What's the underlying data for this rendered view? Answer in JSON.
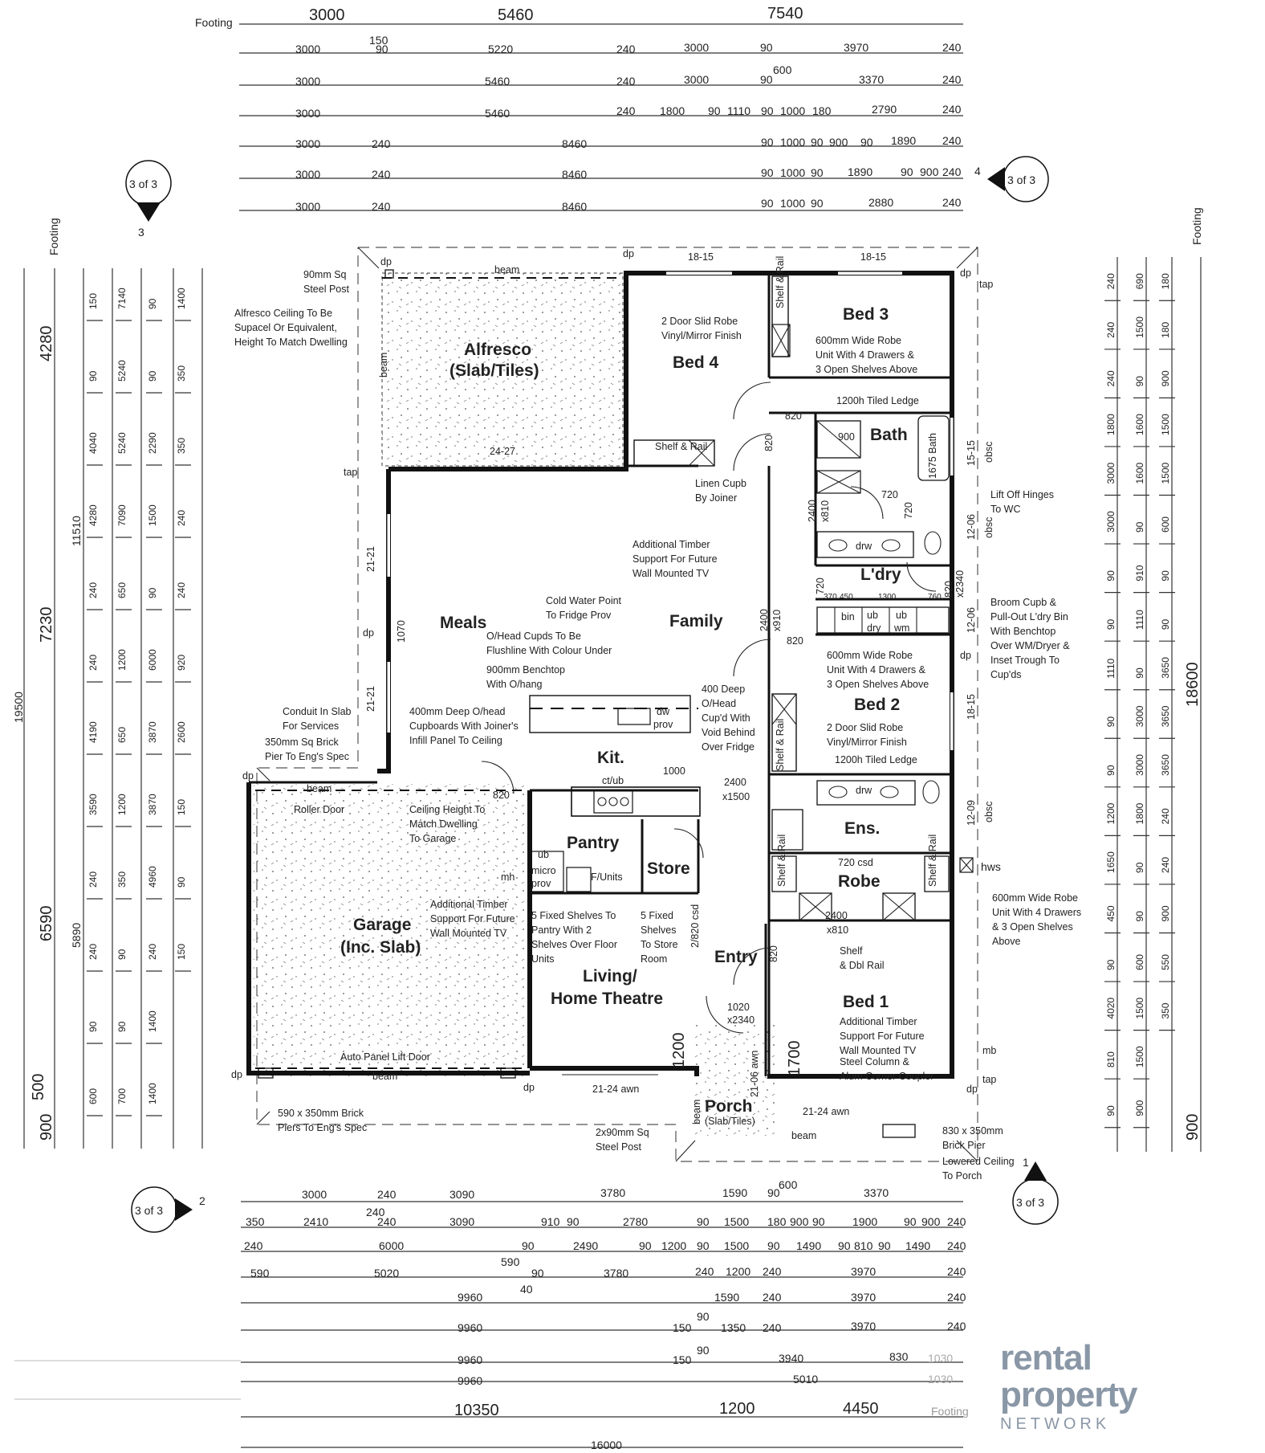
{
  "rooms": {
    "alfresco": "Alfresco",
    "alfresco_sub": "(Slab/Tiles)",
    "bed4": "Bed 4",
    "bed3": "Bed 3",
    "bath": "Bath",
    "ldry": "L'dry",
    "meals": "Meals",
    "family": "Family",
    "kit": "Kit.",
    "pantry": "Pantry",
    "store": "Store",
    "bed2": "Bed 2",
    "ens": "Ens.",
    "robe": "Robe",
    "garage": "Garage",
    "garage_sub": "(Inc. Slab)",
    "living": "Living/",
    "living_sub": "Home Theatre",
    "entry": "Entry",
    "bed1": "Bed 1",
    "porch": "Porch",
    "porch_sub": "(Slab/Tiles)"
  },
  "notes": {
    "post90": [
      "90mm Sq",
      "Steel Post"
    ],
    "alfresco_ceiling": [
      "Alfresco Ceiling To Be",
      "Supacel Or Equivalent,",
      "Height To Match Dwelling"
    ],
    "bed4_robe": [
      "2 Door Slid Robe",
      "Vinyl/Mirror Finish"
    ],
    "bed3_unit": [
      "600mm Wide Robe",
      "Unit With 4 Drawers &",
      "3 Open Shelves Above"
    ],
    "ledge1": "1200h Tiled Ledge",
    "linen": [
      "Linen Cupb",
      "By Joiner"
    ],
    "lift_off": [
      "Lift Off Hinges",
      "To WC"
    ],
    "timber1": [
      "Additional Timber",
      "Support For Future",
      "Wall Mounted TV"
    ],
    "cold_water": [
      "Cold Water Point",
      "To Fridge Prov"
    ],
    "ohead": [
      "O/Head Cupds To Be",
      "Flushline With Colour Under"
    ],
    "bench900": [
      "900mm Benchtop",
      "With O/hang"
    ],
    "deep400": [
      "400mm Deep O/head",
      "Cupboards With Joiner's",
      "Infill Panel To Ceiling"
    ],
    "deep400b": [
      "400 Deep",
      "O/Head",
      "Cup'd With",
      "Void Behind",
      "Over Fridge"
    ],
    "broom": [
      "Broom Cupb &",
      "Pull-Out L'dry Bin",
      "With Benchtop",
      "Over WM/Dryer &",
      "Inset Trough To",
      "Cup'ds"
    ],
    "bed2_unit": [
      "600mm Wide Robe",
      "Unit With 4 Drawers &",
      "3 Open Shelves Above"
    ],
    "bed2_robe": [
      "2 Door Slid Robe",
      "Vinyl/Mirror Finish"
    ],
    "ledge2": "1200h Tiled Ledge",
    "conduit": [
      "Conduit In Slab",
      "For Services"
    ],
    "pier350": [
      "350mm Sq Brick",
      "Pier To Eng's Spec"
    ],
    "ceiling_garage": [
      "Ceiling Height To",
      "Match Dwelling",
      "To Garage"
    ],
    "roller": "Roller Door",
    "timber_garage": [
      "Additional Timber",
      "Support For Future",
      "Wall Mounted TV"
    ],
    "pantry_shelves": [
      "5 Fixed Shelves To",
      "Pantry With 2",
      "Shelves Over Floor",
      "Units"
    ],
    "store_shelves": [
      "5 Fixed",
      "Shelves",
      "To Store",
      "Room"
    ],
    "robe_unit": [
      "600mm Wide Robe",
      "Unit With 4 Drawers",
      "& 3 Open Shelves",
      "Above"
    ],
    "shelf_rail": [
      "Shelf",
      "& Dbl Rail"
    ],
    "timber_bed1": [
      "Additional Timber",
      "Support For Future",
      "Wall Mounted TV"
    ],
    "steel_col": [
      "Steel Column &",
      "Alum Corner Coupler"
    ],
    "auto_door": "Auto Panel Lift Door",
    "brick590": [
      "590 x 350mm Brick",
      "Piers To Eng's Spec"
    ],
    "post2x90": [
      "2x90mm Sq",
      "Steel Post"
    ],
    "brick830": [
      "830 x 350mm",
      "Brick Pier"
    ],
    "lowered": [
      "Lowered Ceiling",
      "To Porch"
    ],
    "hws": "hws",
    "tap": "tap",
    "dp": "dp",
    "obsc": "obsc",
    "beam": "beam",
    "mb": "mb",
    "footing": "Footing"
  },
  "small_labels": {
    "awn_top1": "18-15",
    "awn_top2": "18-15",
    "alf_win": "24-27",
    "w2121": "21-21",
    "w2121b": "21-21",
    "w1070": "1070",
    "bath_win": "15-15",
    "wc_win": "12-06",
    "ldry_win": "12-06",
    "bed2_win": "18-15",
    "ens_win": "12-09",
    "liv_win": "21-24 awn",
    "bed1_win": "21-24 awn",
    "porch_win": "21-06 awn",
    "d820a": "820",
    "d820b": "820",
    "d820c": "820",
    "d820d": "820",
    "d820e": "820",
    "d720a": "720",
    "d720b": "720",
    "d720c": "720",
    "bath900": "900",
    "bath1675": "1675 Bath",
    "b2400a": "2400",
    "bx810a": "x810",
    "b2400b": "2400",
    "bx910": "x910",
    "b2400c": "2400",
    "bx1500": "x1500",
    "b2400d": "2400",
    "bx810b": "x810",
    "b1000": "1000",
    "b1020": "1020",
    "bx2340": "x2340",
    "b1200": "1200",
    "b1700": "1700",
    "b820csd": "2/820 csd",
    "b720csd": "720 csd",
    "b820x": "820",
    "bx2340b": "x2340",
    "l370": "370",
    "l450": "450",
    "l1300": "1300",
    "l760": "760",
    "bin": "bin",
    "ub1": "ub",
    "ub2": "ub",
    "dry": "dry",
    "wm": "wm",
    "drw": "drw",
    "drw2": "drw",
    "ctub": "ct/ub",
    "dw": "dw",
    "prov": "prov",
    "ub": "ub",
    "micro": "micro",
    "prov2": "prov",
    "mh": "mh",
    "funits": "F/Units",
    "shelf_rail": "Shelf & Rail"
  },
  "callouts": {
    "left": "3 of 3",
    "left_num": "3",
    "right": "3 of 3",
    "right_num": "4",
    "bl": "3 of 3",
    "bl_num": "2",
    "br": "3 of 3",
    "br_num": "1"
  },
  "dims_top": [
    [
      "3000",
      "5460",
      "7540"
    ],
    [
      "3000",
      "150",
      "90",
      "5220",
      "240",
      "3000",
      "90",
      "3970",
      "240"
    ],
    [
      "3000",
      "5460",
      "240",
      "3000",
      "90",
      "600",
      "3370",
      "240"
    ],
    [
      "3000",
      "5460",
      "240",
      "1800",
      "90",
      "1110",
      "90",
      "1000",
      "180",
      "2790",
      "240"
    ],
    [
      "3000",
      "240",
      "8460",
      "90",
      "1000",
      "90",
      "900",
      "90",
      "1890",
      "240"
    ],
    [
      "3000",
      "240",
      "8460",
      "90",
      "1000",
      "90",
      "1890",
      "90",
      "900",
      "240"
    ],
    [
      "3000",
      "240",
      "8460",
      "90",
      "1000",
      "90",
      "2880",
      "240"
    ]
  ],
  "dims_bottom": [
    [
      "3000",
      "240",
      "3090",
      "3780",
      "1590",
      "90",
      "600",
      "3370"
    ],
    [
      "350",
      "2410",
      "240",
      "240",
      "3090",
      "910",
      "90",
      "2780",
      "90",
      "1500",
      "180",
      "900",
      "90",
      "1900",
      "90",
      "900",
      "240"
    ],
    [
      "240",
      "6000",
      "90",
      "2490",
      "90",
      "1200",
      "90",
      "1500",
      "90",
      "1490",
      "90",
      "810",
      "90",
      "1490",
      "240"
    ],
    [
      "590",
      "5020",
      "590",
      "40",
      "90",
      "3780",
      "240",
      "1200",
      "240",
      "3970",
      "240"
    ],
    [
      "9960",
      "1590",
      "240",
      "3970",
      "240"
    ],
    [
      "9960",
      "150",
      "90",
      "1350",
      "240",
      "3970",
      "240"
    ],
    [
      "9960",
      "150",
      "90",
      "3940",
      "830",
      "1030"
    ],
    [
      "9960",
      "5010",
      "1030"
    ],
    [
      "10350",
      "1200",
      "4450"
    ],
    [
      "16000"
    ]
  ],
  "dims_left_totals": [
    "4280",
    "7230",
    "6590",
    "900",
    "500",
    "19500",
    "11510",
    "5890"
  ],
  "dims_right_totals": [
    "18600",
    "900"
  ],
  "dims_left_detail": [
    "150",
    "90",
    "4040",
    "4280",
    "240",
    "240",
    "4190",
    "3590",
    "240",
    "240",
    "90",
    "600",
    "7140",
    "5240",
    "5240",
    "7090",
    "650",
    "1200",
    "650",
    "1200",
    "350",
    "90",
    "90",
    "700",
    "90",
    "90",
    "2290",
    "1500",
    "90",
    "6000",
    "3870",
    "3870",
    "4960",
    "240",
    "1400",
    "1400",
    "1400",
    "350",
    "350",
    "240",
    "240",
    "920",
    "2600",
    "150",
    "90",
    "150"
  ],
  "dims_right_detail": [
    "240",
    "240",
    "240",
    "1800",
    "3000",
    "3000",
    "90",
    "90",
    "1110",
    "90",
    "90",
    "1200",
    "1650",
    "450",
    "90",
    "4020",
    "810",
    "90",
    "690",
    "1500",
    "90",
    "1600",
    "1600",
    "90",
    "910",
    "1110",
    "90",
    "3000",
    "3000",
    "1800",
    "90",
    "90",
    "600",
    "1500",
    "1500",
    "900",
    "180",
    "180",
    "900",
    "1500",
    "1500",
    "600",
    "90",
    "90",
    "3650",
    "3650",
    "3650",
    "240",
    "240",
    "900",
    "550",
    "350"
  ],
  "watermark": {
    "line1": "rental",
    "line2": "property",
    "line3": "NETWORK"
  }
}
